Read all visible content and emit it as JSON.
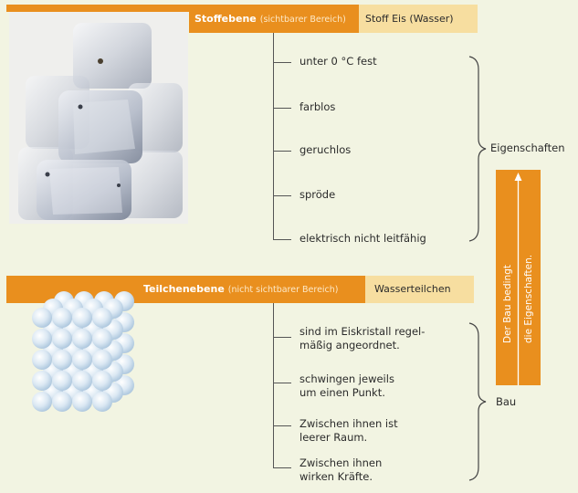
{
  "colors": {
    "accent_orange": "#e98f1e",
    "tag_tan": "#f7dea0",
    "page_background": "#f2f4e2",
    "particle_blue": "#cfe2f1"
  },
  "substance_level": {
    "title": "Stoffebene",
    "subtitle": "(sichtbarer Bereich)",
    "tag": "Stoff Eis (Wasser)",
    "properties": [
      "unter 0 °C fest",
      "farblos",
      "geruchlos",
      "spröde",
      "elektrisch nicht leitfähig"
    ],
    "brace_label": "Eigenschaften"
  },
  "particle_level": {
    "title": "Teilchenebene",
    "subtitle": "(nicht sichtbarer Bereich)",
    "tag": "Wasserteilchen",
    "structure": [
      {
        "line1": "sind im Eiskristall regel-",
        "line2": "mäßig angeordnet."
      },
      {
        "line1": "schwingen jeweils",
        "line2": "um einen Punkt."
      },
      {
        "line1": "Zwischen ihnen ist",
        "line2": "leerer Raum."
      },
      {
        "line1": "Zwischen ihnen",
        "line2": "wirken Kräfte."
      }
    ],
    "brace_label": "Bau"
  },
  "arrow_box": {
    "line1": "Der Bau bedingt",
    "line2": "die Eigenschaften."
  },
  "images": {
    "ice_photo": "ice-cubes-photo",
    "particle_model": "water-particle-lattice"
  }
}
